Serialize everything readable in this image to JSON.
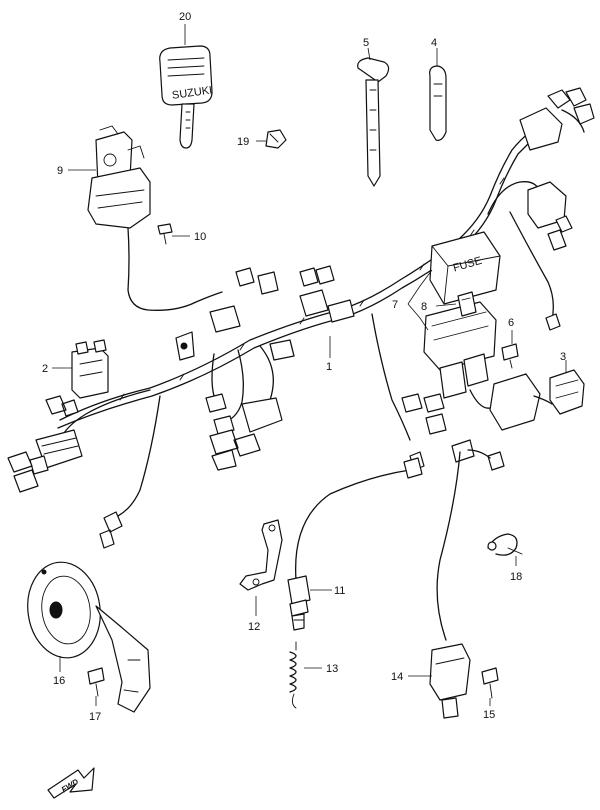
{
  "callouts": {
    "c1": "1",
    "c2": "2",
    "c3": "3",
    "c4": "4",
    "c5": "5",
    "c6": "6",
    "c7": "7",
    "c8": "8",
    "c9": "9",
    "c10": "10",
    "c11": "11",
    "c12": "12",
    "c13": "13",
    "c14": "14",
    "c15": "15",
    "c16": "16",
    "c17": "17",
    "c18": "18",
    "c19": "19",
    "c20": "20"
  },
  "fuse_box_text": "FUSE",
  "key_tag_text": "SUZUKI",
  "direction_arrow_text": "FWD"
}
